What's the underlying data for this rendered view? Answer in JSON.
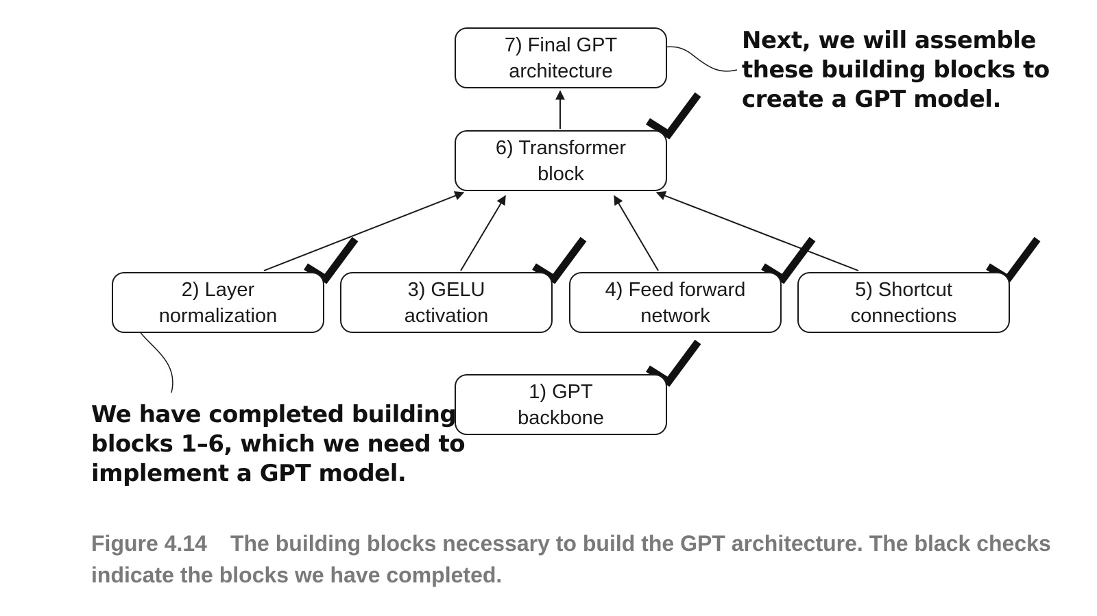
{
  "blocks": {
    "final": {
      "line1": "7) Final GPT",
      "line2": "architecture"
    },
    "transformer": {
      "line1": "6) Transformer",
      "line2": "block"
    },
    "layernorm": {
      "line1": "2) Layer",
      "line2": "normalization"
    },
    "gelu": {
      "line1": "3) GELU",
      "line2": "activation"
    },
    "feedforward": {
      "line1": "4) Feed forward",
      "line2": "network"
    },
    "shortcut": {
      "line1": "5) Shortcut",
      "line2": "connections"
    },
    "backbone": {
      "line1": "1) GPT",
      "line2": "backbone"
    }
  },
  "annotations": {
    "top": {
      "line1": "Next, we will assemble",
      "line2": "these building blocks to",
      "line3": "create a GPT model."
    },
    "bottom": {
      "line1": "We have completed building",
      "line2": "blocks 1–6, which we need to",
      "line3": "implement a GPT model."
    }
  },
  "caption": {
    "label": "Figure 4.14",
    "text": "The building blocks necessary to build the GPT architecture. The black checks indicate the blocks we have completed."
  },
  "colors": {
    "line": "#1a1a1a",
    "check": "#111111",
    "caption": "#7a7a7a"
  }
}
